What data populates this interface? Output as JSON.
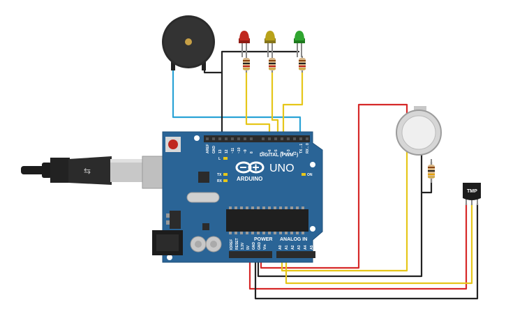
{
  "board": {
    "brand": "UNO",
    "logo_text": "ARDUINO",
    "digital_label": "DIGITAL (PWM~)",
    "power_label": "POWER",
    "analog_label": "ANALOG IN",
    "on_label": "ON",
    "tx_label": "TX",
    "rx_label": "RX",
    "l_label": "L",
    "digital_pins": [
      "AREF",
      "GND",
      "13",
      "12",
      "~11",
      "~10",
      "~9",
      "8",
      "7",
      "~6",
      "~5",
      "4",
      "~3",
      "2",
      "TX→1",
      "RX←0"
    ],
    "power_pins": [
      "IOREF",
      "RESET",
      "3.3V",
      "5V",
      "GND",
      "GND",
      "Vin"
    ],
    "analog_pins": [
      "A0",
      "A1",
      "A2",
      "A3",
      "A4",
      "A5"
    ]
  },
  "sensor_tmp": {
    "label": "TMP"
  },
  "colors": {
    "board": "#2a6496",
    "wire_red": "#d62828",
    "wire_yellow": "#e6c619",
    "wire_black": "#222222",
    "wire_blue": "#2aa3d6",
    "led_red": "#c0281e",
    "led_yellow": "#b8a21a",
    "led_green": "#2fa52f"
  }
}
